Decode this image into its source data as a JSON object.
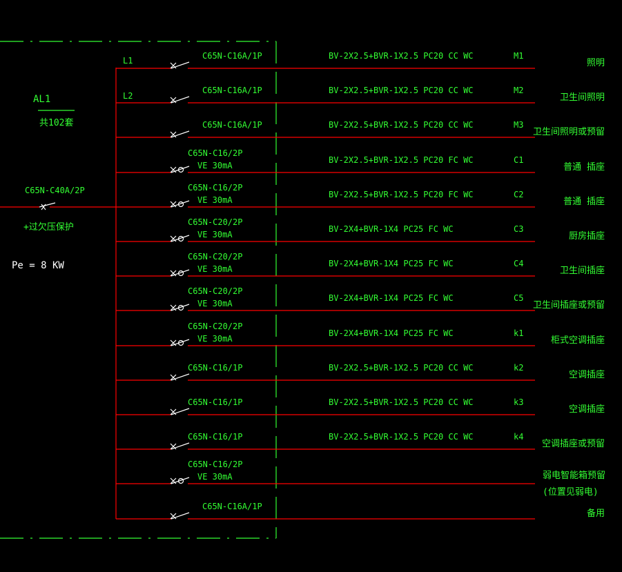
{
  "panel": {
    "name": "AL1",
    "quantity": "共102套",
    "main_breaker": "C65N-C40A/2P",
    "protection_note": "+过欠压保护",
    "power": "Pe = 8 KW"
  },
  "phase_labels": [
    "L1",
    "L2"
  ],
  "circuits": [
    {
      "breaker": "C65N-C16A/1P",
      "rcd": "",
      "cable": "BV-2X2.5+BVR-1X2.5 PC20 CC WC",
      "id": "M1",
      "load": "照明"
    },
    {
      "breaker": "C65N-C16A/1P",
      "rcd": "",
      "cable": "BV-2X2.5+BVR-1X2.5 PC20 CC WC",
      "id": "M2",
      "load": "卫生间照明"
    },
    {
      "breaker": "C65N-C16A/1P",
      "rcd": "",
      "cable": "BV-2X2.5+BVR-1X2.5 PC20 CC WC",
      "id": "M3",
      "load": "卫生间照明或预留"
    },
    {
      "breaker": "C65N-C16/2P",
      "rcd": "VE 30mA",
      "cable": "BV-2X2.5+BVR-1X2.5 PC20 FC WC",
      "id": "C1",
      "load": "普通 插座"
    },
    {
      "breaker": "C65N-C16/2P",
      "rcd": "VE 30mA",
      "cable": "BV-2X2.5+BVR-1X2.5 PC20 FC WC",
      "id": "C2",
      "load": "普通 插座"
    },
    {
      "breaker": "C65N-C20/2P",
      "rcd": "VE 30mA",
      "cable": "BV-2X4+BVR-1X4    PC25 FC WC",
      "id": "C3",
      "load": "厨房插座"
    },
    {
      "breaker": "C65N-C20/2P",
      "rcd": "VE 30mA",
      "cable": "BV-2X4+BVR-1X4    PC25 FC WC",
      "id": "C4",
      "load": "卫生间插座"
    },
    {
      "breaker": "C65N-C20/2P",
      "rcd": "VE 30mA",
      "cable": "BV-2X4+BVR-1X4    PC25 FC WC",
      "id": "C5",
      "load": "卫生间插座或预留"
    },
    {
      "breaker": "C65N-C20/2P",
      "rcd": "VE 30mA",
      "cable": "BV-2X4+BVR-1X4    PC25 FC WC",
      "id": "k1",
      "load": "柜式空调插座"
    },
    {
      "breaker": "C65N-C16/1P",
      "rcd": "",
      "cable": "BV-2X2.5+BVR-1X2.5 PC20 CC WC",
      "id": "k2",
      "load": "空调插座"
    },
    {
      "breaker": "C65N-C16/1P",
      "rcd": "",
      "cable": "BV-2X2.5+BVR-1X2.5 PC20 CC WC",
      "id": "k3",
      "load": "空调插座"
    },
    {
      "breaker": "C65N-C16/1P",
      "rcd": "",
      "cable": "BV-2X2.5+BVR-1X2.5 PC20 CC WC",
      "id": "k4",
      "load": "空调插座或预留"
    },
    {
      "breaker": "C65N-C16/2P",
      "rcd": "VE 30mA",
      "cable": "",
      "id": "",
      "load": "弱电智能箱预留",
      "load2": "(位置见弱电)"
    },
    {
      "breaker": "C65N-C16A/1P",
      "rcd": "",
      "cable": "",
      "id": "",
      "load": "备用"
    }
  ],
  "colors": {
    "background": "#000000",
    "wire": "#ff0000",
    "text": "#33ff33",
    "frame": "#33ff33",
    "label_white": "#ffffff"
  }
}
